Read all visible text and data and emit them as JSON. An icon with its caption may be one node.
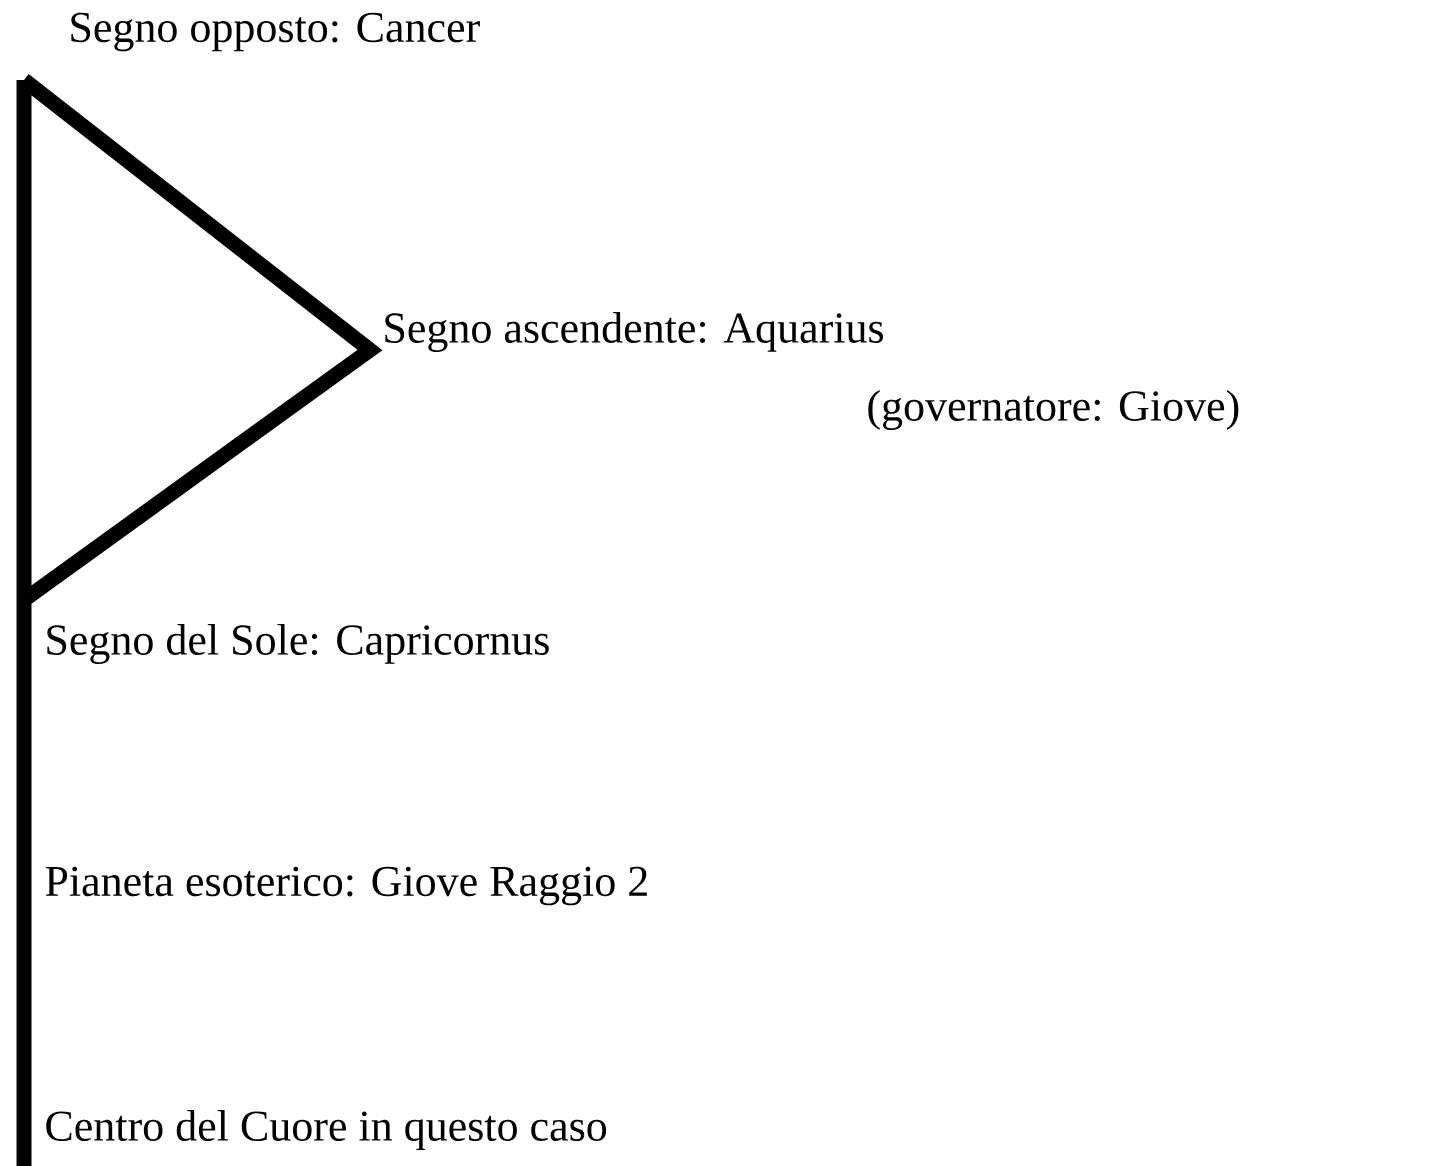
{
  "diagram": {
    "labels": [
      "Segno opposto: Cancer",
      "Segno ascendente: Aquarius",
      "(governatore: Giove)",
      "Segno del Sole: Capricornus",
      "Pianeta esoterico: Giove Raggio 2",
      "Centro del Cuore in questo caso"
    ]
  }
}
